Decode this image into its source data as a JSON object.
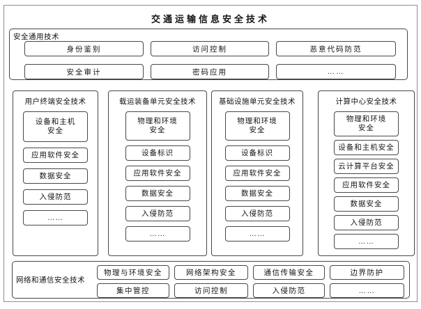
{
  "title": "交通运输信息安全技术",
  "colors": {
    "box_border": "#474747",
    "frame_border": "#8f8f8f",
    "text": "#141414",
    "background": "#ffffff"
  },
  "general": {
    "label": "安全通用技术",
    "items": [
      "身份鉴别",
      "访问控制",
      "恶意代码防范",
      "安全审计",
      "密码应用",
      "……"
    ]
  },
  "columns": [
    {
      "header": "用户终端安全技术",
      "items": [
        "设备和主机\n安全",
        "应用软件安全",
        "数据安全",
        "入侵防范",
        "……"
      ]
    },
    {
      "header": "载运装备单元安全技术",
      "items": [
        "物理和环境\n安全",
        "设备标识",
        "应用软件安全",
        "数据安全",
        "入侵防范",
        "……"
      ]
    },
    {
      "header": "基础设施单元安全技术",
      "items": [
        "物理和环境\n安全",
        "设备标识",
        "应用软件安全",
        "数据安全",
        "入侵防范",
        "……"
      ]
    },
    {
      "header": "计算中心安全技术",
      "items": [
        "物理和环境\n安全",
        "设备和主机安全",
        "云计算平台安全",
        "应用软件安全",
        "数据安全",
        "入侵防范",
        "……"
      ]
    }
  ],
  "network": {
    "label": "网络和通信安全技术",
    "items": [
      "物理与环境安全",
      "网络架构安全",
      "通信传输安全",
      "边界防护",
      "集中管控",
      "访问控制",
      "入侵防范",
      "……"
    ]
  }
}
